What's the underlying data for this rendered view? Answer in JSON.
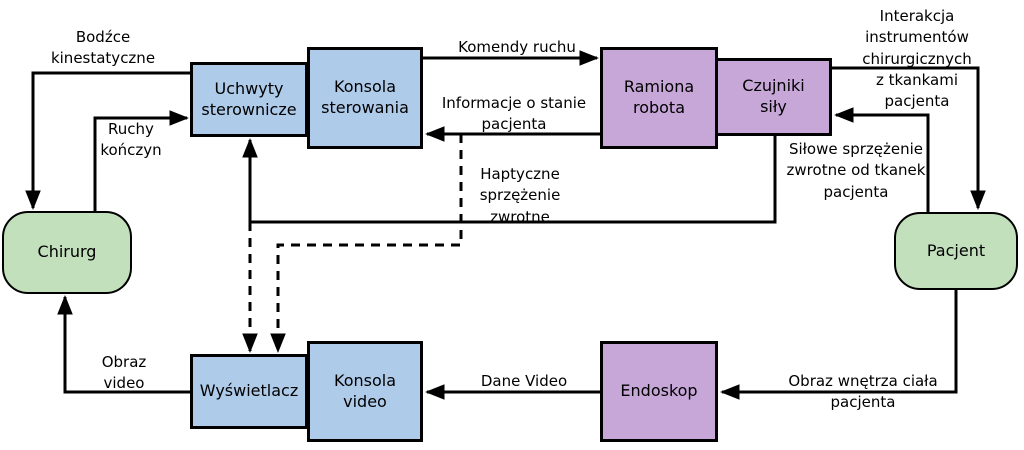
{
  "diagram": {
    "description": "Block diagram of a telesurgery robotic system (Polish labels)",
    "nodes": {
      "chirurg": "Chirurg",
      "uchwyty_sterownicze": "Uchwyty\nsterownicze",
      "konsola_sterowania": "Konsola\nsterowania",
      "ramiona_robota": "Ramiona\nrobota",
      "czujniki_sily": "Czujniki\nsiły",
      "pacjent": "Pacjent",
      "wyswietlacz": "Wyświetlacz",
      "konsola_video": "Konsola\nvideo",
      "endoskop": "Endoskop"
    },
    "edge_labels": {
      "bodzce": "Bodźce\nkinestatyczne",
      "ruchy": "Ruchy\nkończyn",
      "komendy": "Komendy ruchu",
      "informacje": "Informacje o stanie\npacjenta",
      "haptyczne": "Haptyczne\nsprzężenie\nzwrotne",
      "interakcja": "Interakcja instrumentów\nchirurgicznych z tkankami\npacjenta",
      "silowe": "Siłowe sprzężenie\nzwrotne od tkanek\npacjenta",
      "obraz_video": "Obraz\nvideo",
      "dane_video": "Dane Video",
      "obraz_wnetrza": "Obraz wnętrza ciała pacjenta"
    },
    "colors": {
      "console_fill": "#aecbea",
      "robot_fill": "#c7a6d8",
      "human_fill": "#c3e0bd",
      "line_color": "#000000"
    }
  }
}
